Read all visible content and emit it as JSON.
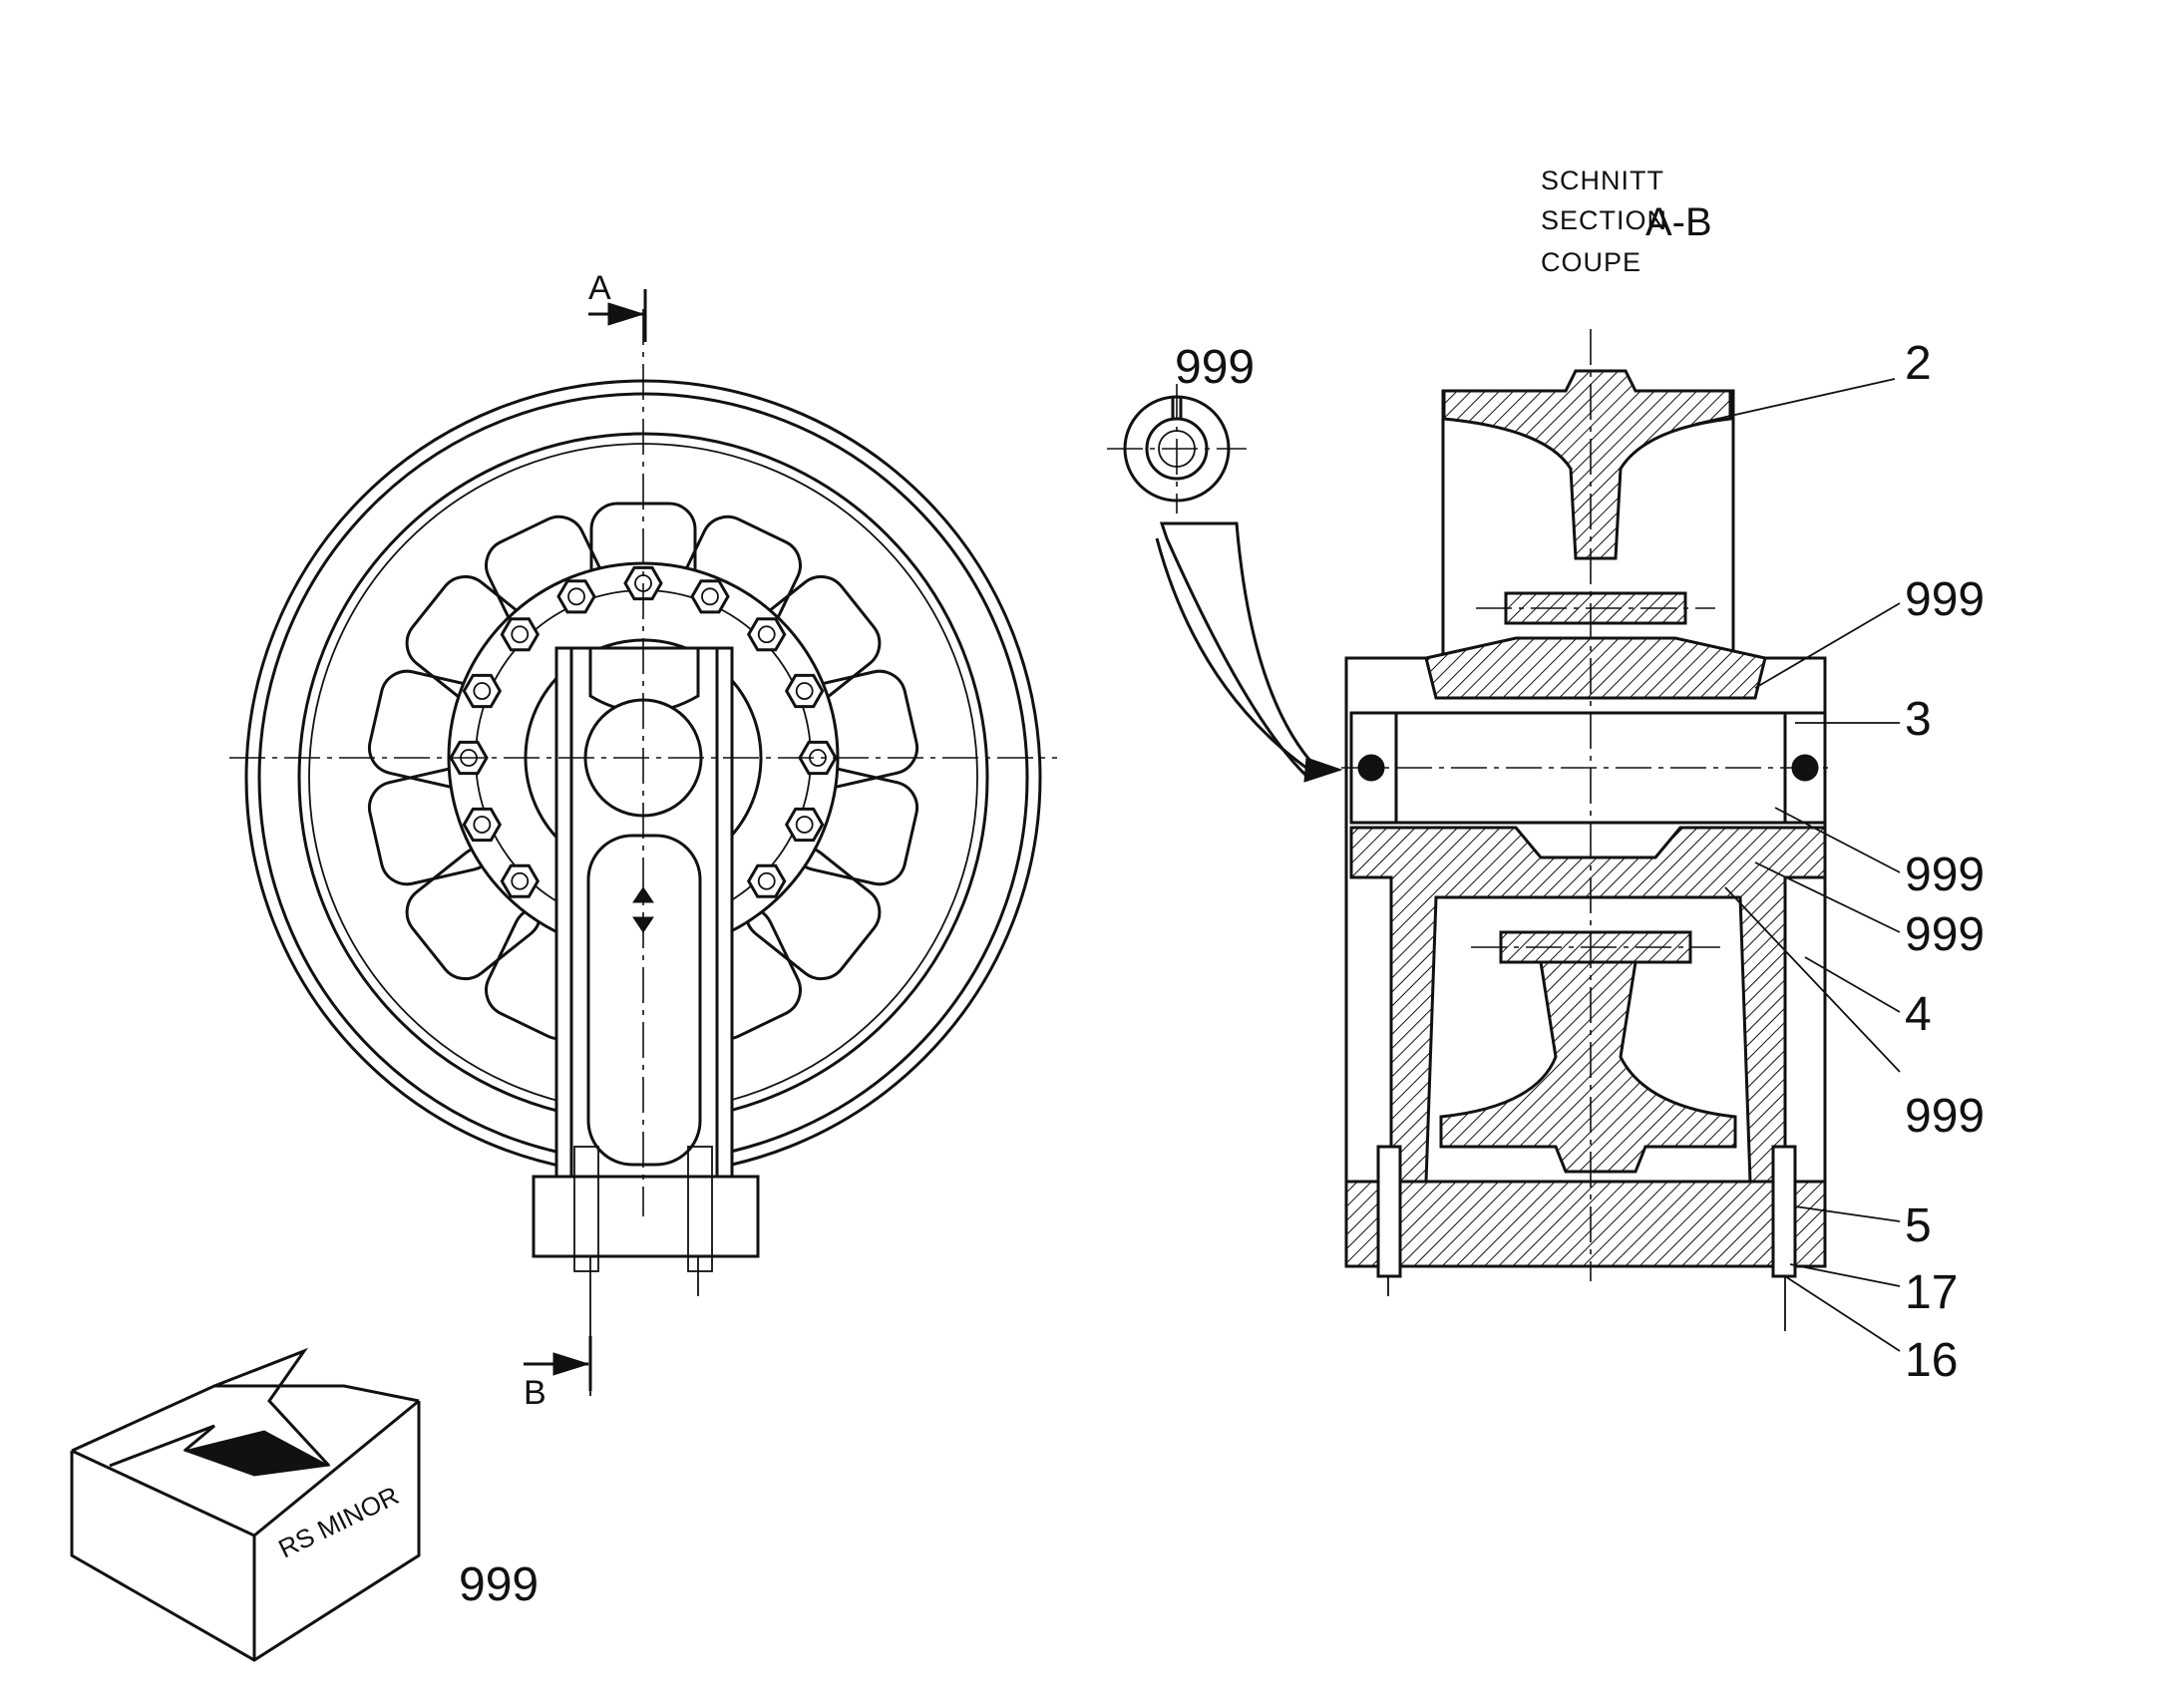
{
  "section_title": {
    "line1": "SCHNITT",
    "line2": "SECTION",
    "line2_suffix": "A-B",
    "line3": "COUPE"
  },
  "section_marks": {
    "top": "A",
    "bottom": "B"
  },
  "box_label": "RS MINOR",
  "part_labels": [
    {
      "id": "detail-999",
      "text": "999"
    },
    {
      "id": "p2",
      "text": "2"
    },
    {
      "id": "p999a",
      "text": "999"
    },
    {
      "id": "p3",
      "text": "3"
    },
    {
      "id": "p999b",
      "text": "999"
    },
    {
      "id": "p999c",
      "text": "999"
    },
    {
      "id": "p4",
      "text": "4"
    },
    {
      "id": "p999d",
      "text": "999"
    },
    {
      "id": "p5",
      "text": "5"
    },
    {
      "id": "p17",
      "text": "17"
    },
    {
      "id": "p16",
      "text": "16"
    },
    {
      "id": "kit-999",
      "text": "999"
    }
  ]
}
